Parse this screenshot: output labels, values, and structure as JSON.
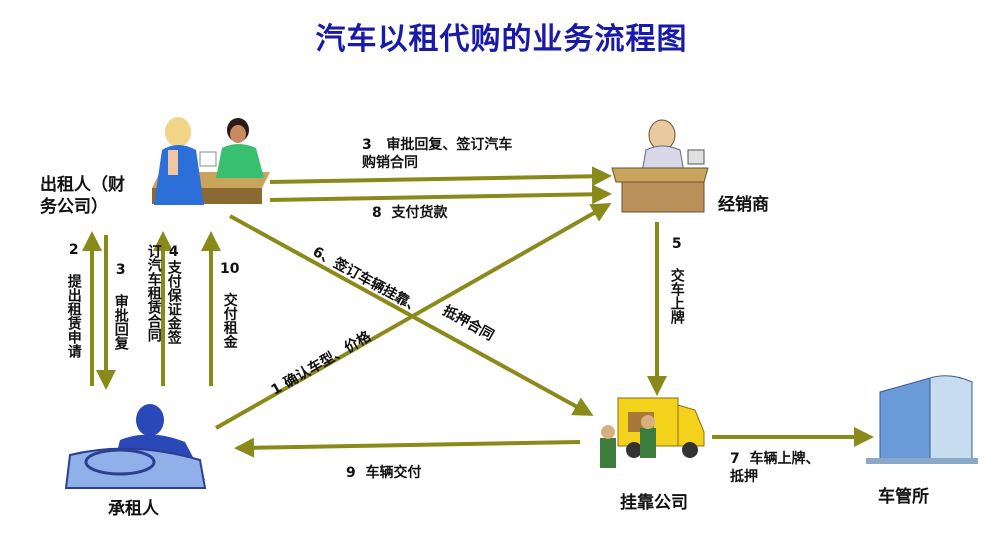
{
  "title": "汽车以租代购的业务流程图",
  "colors": {
    "arrow": "#8a8a1a",
    "title": "#1a1aaa",
    "text": "#111111"
  },
  "nodes": {
    "lessor": "出租人（财务公司）",
    "lessor_line1": "出租人（财",
    "lessor_line2": "务公司）",
    "dealer": "经销商",
    "lessee": "承租人",
    "affiliate": "挂靠公司",
    "vehicle_office": "车管所"
  },
  "flows": [
    {
      "num": "1",
      "text": "确认车型、价格"
    },
    {
      "num": "2",
      "text": "提出租赁申请"
    },
    {
      "num": "3",
      "text": "审批回复"
    },
    {
      "num": "3",
      "text": "审批回复、签订汽车购销合同",
      "line1": "审批回复、签订汽车",
      "line2": "购销合同"
    },
    {
      "num": "4",
      "text": "支付保证金签订汽车租赁合同",
      "col1": "4支付保证金签",
      "col2": "订汽车租赁合同"
    },
    {
      "num": "5",
      "text": "交车上牌"
    },
    {
      "num": "6",
      "text": "签订车辆挂靠、抵押合同",
      "part1": "6、签订车辆挂靠、",
      "part2": "抵押合同"
    },
    {
      "num": "7",
      "text": "车辆上牌、抵押",
      "line1": "车辆上牌、",
      "line2": "抵押"
    },
    {
      "num": "8",
      "text": "支付货款"
    },
    {
      "num": "9",
      "text": "车辆交付"
    },
    {
      "num": "10",
      "text": "交付租金"
    }
  ]
}
